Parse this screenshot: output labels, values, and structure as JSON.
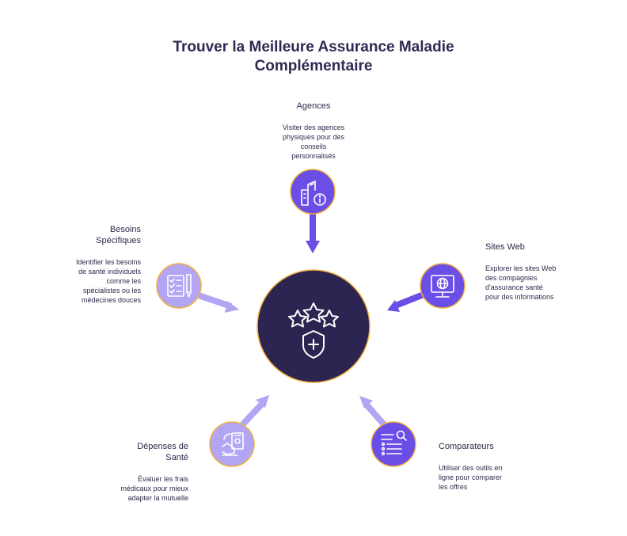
{
  "title_lines": [
    "Trouver la Meilleure Assurance Maladie",
    "Complémentaire"
  ],
  "colors": {
    "center": "#2d2551",
    "primary": "#6b4ee6",
    "light": "#b2a5f4",
    "border": "#f2b13f",
    "text": "#2d2a4a"
  },
  "nodes": {
    "agences": {
      "title": "Agences",
      "lines": [
        "Visiter des agences",
        "physiques pour des",
        "conseils",
        "personnalisés"
      ],
      "icon": "building-info-icon"
    },
    "sites_web": {
      "title": "Sites Web",
      "lines": [
        "Explorer les sites Web",
        "des compagnies",
        "d'assurance santé",
        "pour des informations"
      ],
      "icon": "monitor-globe-icon"
    },
    "comparateurs": {
      "title": "Comparateurs",
      "lines": [
        "Utiliser des outils en",
        "ligne pour comparer",
        "les offres"
      ],
      "icon": "list-search-icon"
    },
    "depenses": {
      "title_lines": [
        "Dépenses de",
        "Santé"
      ],
      "lines": [
        "Évaluer les frais",
        "médicaux pour mieux",
        "adapter la mutuelle"
      ],
      "icon": "money-hand-icon"
    },
    "besoins": {
      "title_lines": [
        "Besoins",
        "Spécifiques"
      ],
      "lines": [
        "Identifier les besoins",
        "de santé individuels",
        "comme les",
        "spécialistes ou les",
        "médecines douces"
      ],
      "icon": "checklist-pen-icon"
    },
    "center": {
      "icon": "stars-shield-icon"
    }
  }
}
